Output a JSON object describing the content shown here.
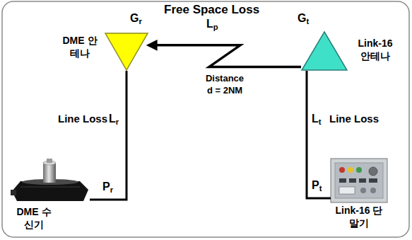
{
  "diagram": {
    "nodes": [
      {
        "text": [
          "DME 안테나"
        ]
      },
      {
        "text": [
          "Link-16 안테나"
        ]
      },
      {
        "text": [
          "DME 수신기"
        ]
      },
      {
        "text": [
          "Link-16 단말기"
        ]
      }
    ],
    "edges": [
      {
        "from": 1,
        "to": 0,
        "arrow": "to",
        "label": "Distance d = 2NM"
      },
      {
        "from": 0,
        "to": 2,
        "arrow": "none"
      },
      {
        "from": 1,
        "to": 3,
        "arrow": "none"
      }
    ],
    "labels": [
      "Free Space Loss",
      "Lp",
      "Gr",
      "Gt",
      "Line Loss",
      "Lr",
      "Pr",
      "Lt",
      "Line Loss",
      "Pt"
    ]
  }
}
